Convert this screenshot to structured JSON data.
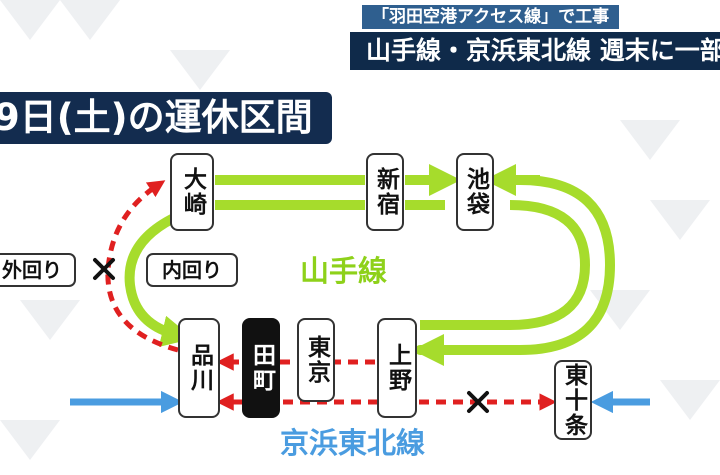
{
  "header": {
    "subtitle": "「羽田空港アクセス線」で工事",
    "headline": "山手線・京浜東北線 週末に一部運"
  },
  "title": "9日(土)の運休区間",
  "stations": {
    "osaki": "大崎",
    "shinjuku": "新宿",
    "ikebukuro": "池袋",
    "shinagawa": "品川",
    "tamachi": "田町",
    "tokyo": "東京",
    "ueno": "上野",
    "higashi_jujo": "東十条"
  },
  "directions": {
    "outer": "外回り",
    "inner": "内回り"
  },
  "lines": {
    "yamanote": "山手線",
    "keihin_tohoku": "京浜東北線"
  },
  "colors": {
    "yamanote": "#a6dc2c",
    "yamanote_text": "#8ed11a",
    "keihin": "#4a9ce0",
    "suspended": "#e02020",
    "title_bg": "#132c4f"
  }
}
